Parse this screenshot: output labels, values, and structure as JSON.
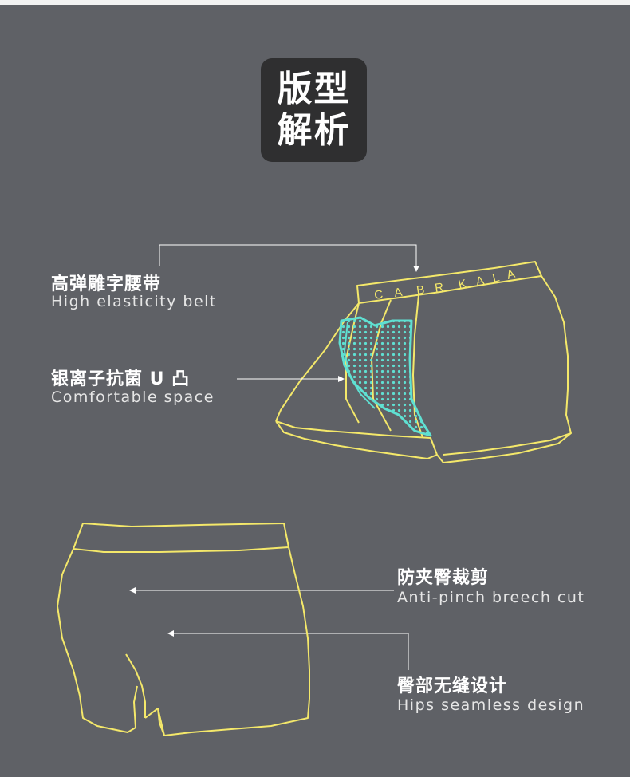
{
  "title": {
    "line1": "版型",
    "line2": "解析"
  },
  "brand_band_letters": [
    "C",
    "A",
    "B",
    "R",
    "K",
    "A",
    "L",
    "A"
  ],
  "annotations": [
    {
      "cn": "高弹雕字腰带",
      "en": "High elasticity belt"
    },
    {
      "cn": "银离子抗菌 U 凸",
      "en": "Comfortable space"
    },
    {
      "cn": "防夹臀裁剪",
      "en": "Anti-pinch breech cut"
    },
    {
      "cn": "臀部无缝设计",
      "en": "Hips seamless design"
    }
  ],
  "colors": {
    "background": "#5f6166",
    "badge": "#2f2f30",
    "outline": "#f4e86a",
    "mesh": "#5fe0d2",
    "pointer": "#ffffff"
  }
}
